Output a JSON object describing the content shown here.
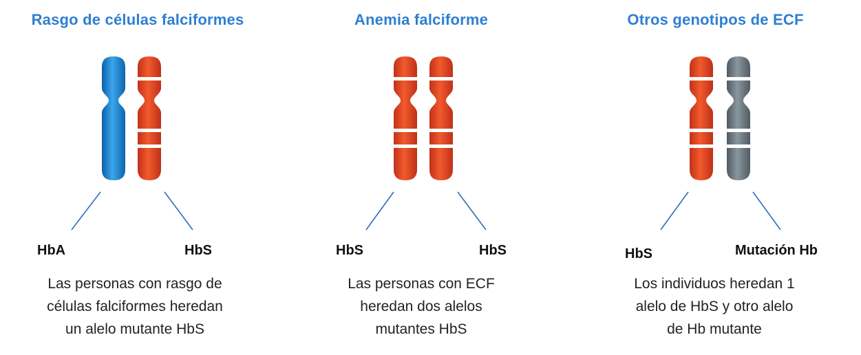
{
  "panels": [
    {
      "title": "Rasgo de células falciformes",
      "left_chromosome_color": "#1a86d4",
      "right_chromosome_color": "#e0431f",
      "left_allele": "HbA",
      "right_allele": "HbS",
      "description": [
        "Las personas con rasgo de",
        "células falciformes heredan",
        "un alelo mutante HbS"
      ]
    },
    {
      "title": "Anemia falciforme",
      "left_chromosome_color": "#e0431f",
      "right_chromosome_color": "#e0431f",
      "left_allele": "HbS",
      "right_allele": "HbS",
      "description": [
        "Las personas con ECF",
        "heredan dos alelos",
        "mutantes HbS"
      ]
    },
    {
      "title": "Otros genotipos de ECF",
      "left_chromosome_color": "#e0431f",
      "right_chromosome_color": "#67737c",
      "left_allele": "HbS",
      "right_allele": "Mutación Hb",
      "description": [
        "Los individuos heredan 1",
        "alelo de HbS y otro alelo",
        "de Hb mutante"
      ]
    }
  ],
  "colors": {
    "title": "#2e7fd1",
    "connector_line": "#2a6fb8",
    "band_gap": "#ffffff"
  }
}
